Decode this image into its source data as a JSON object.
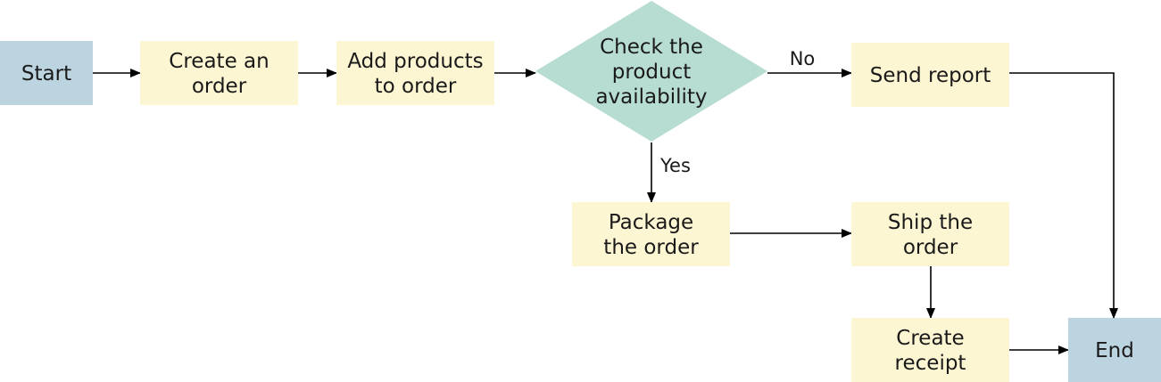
{
  "colors": {
    "terminal": "#bcd3e0",
    "process": "#fdf6d3",
    "decision": "#b7ddd3",
    "line": "#000000",
    "text": "#1a1a1a"
  },
  "nodes": {
    "start": {
      "label": "Start",
      "shape": "terminal"
    },
    "create_order": {
      "label": [
        "Create an",
        "order"
      ],
      "shape": "process"
    },
    "add_products": {
      "label": [
        "Add products",
        "to order"
      ],
      "shape": "process"
    },
    "check_availability": {
      "label": [
        "Check the",
        "product",
        "availability"
      ],
      "shape": "decision"
    },
    "send_report": {
      "label": "Send report",
      "shape": "process"
    },
    "package_order": {
      "label": [
        "Package",
        "the order"
      ],
      "shape": "process"
    },
    "ship_order": {
      "label": [
        "Ship the",
        "order"
      ],
      "shape": "process"
    },
    "create_receipt": {
      "label": [
        "Create",
        "receipt"
      ],
      "shape": "process"
    },
    "end": {
      "label": "End",
      "shape": "terminal"
    }
  },
  "edges": {
    "start_to_create": {
      "from": "start",
      "to": "create_order"
    },
    "create_to_add": {
      "from": "create_order",
      "to": "add_products"
    },
    "add_to_check": {
      "from": "add_products",
      "to": "check_availability"
    },
    "check_to_report": {
      "from": "check_availability",
      "to": "send_report",
      "label": "No"
    },
    "check_to_package": {
      "from": "check_availability",
      "to": "package_order",
      "label": "Yes"
    },
    "package_to_ship": {
      "from": "package_order",
      "to": "ship_order"
    },
    "ship_to_receipt": {
      "from": "ship_order",
      "to": "create_receipt"
    },
    "receipt_to_end": {
      "from": "create_receipt",
      "to": "end"
    },
    "report_to_end": {
      "from": "send_report",
      "to": "end"
    }
  }
}
